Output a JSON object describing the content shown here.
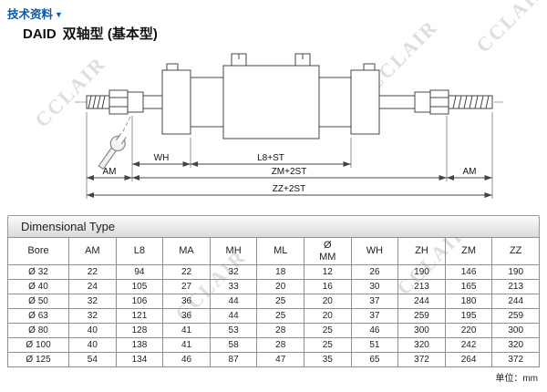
{
  "nav": {
    "link_label": "技术资料"
  },
  "header": {
    "model": "DAID",
    "subtitle": "双轴型 (基本型)"
  },
  "watermark": {
    "text": "CCLAIR"
  },
  "drawing": {
    "dim_labels": {
      "wh": "WH",
      "l8_st": "L8+ST",
      "zm_2st": "ZM+2ST",
      "zz_2st": "ZZ+2ST",
      "am_left": "AM",
      "am_right": "AM"
    }
  },
  "table": {
    "title": "Dimensional Type",
    "columns": [
      "Bore",
      "AM",
      "L8",
      "MA",
      "MH",
      "ML",
      "Ø\nMM",
      "WH",
      "ZH",
      "ZM",
      "ZZ"
    ],
    "rows": [
      {
        "bore": "Ø 32",
        "values": [
          "22",
          "94",
          "22",
          "32",
          "18",
          "12",
          "26",
          "190",
          "146",
          "190"
        ]
      },
      {
        "bore": "Ø 40",
        "values": [
          "24",
          "105",
          "27",
          "33",
          "20",
          "16",
          "30",
          "213",
          "165",
          "213"
        ]
      },
      {
        "bore": "Ø 50",
        "values": [
          "32",
          "106",
          "36",
          "44",
          "25",
          "20",
          "37",
          "244",
          "180",
          "244"
        ]
      },
      {
        "bore": "Ø 63",
        "values": [
          "32",
          "121",
          "36",
          "44",
          "25",
          "20",
          "37",
          "259",
          "195",
          "259"
        ]
      },
      {
        "bore": "Ø 80",
        "values": [
          "40",
          "128",
          "41",
          "53",
          "28",
          "25",
          "46",
          "300",
          "220",
          "300"
        ]
      },
      {
        "bore": "Ø 100",
        "values": [
          "40",
          "138",
          "41",
          "58",
          "28",
          "25",
          "51",
          "320",
          "242",
          "320"
        ]
      },
      {
        "bore": "Ø 125",
        "values": [
          "54",
          "134",
          "46",
          "87",
          "47",
          "35",
          "65",
          "372",
          "264",
          "372"
        ]
      }
    ],
    "unit_note": "单位：mm"
  }
}
